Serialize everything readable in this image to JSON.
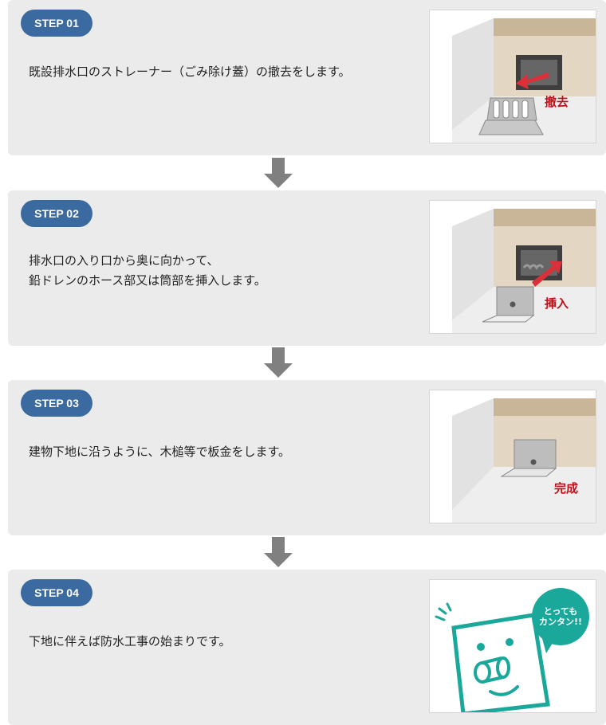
{
  "steps": [
    {
      "badge": "STEP 01",
      "lines": [
        "既設排水口のストレーナー（ごみ除け蓋）の撤去をします。"
      ],
      "illus_label": "撤去"
    },
    {
      "badge": "STEP 02",
      "lines": [
        "排水口の入り口から奥に向かって、",
        "鉛ドレンのホース部又は筒部を挿入します。"
      ],
      "illus_label": "挿入"
    },
    {
      "badge": "STEP 03",
      "lines": [
        "建物下地に沿うように、木槌等で板金をします。"
      ],
      "illus_label": "完成"
    },
    {
      "badge": "STEP 04",
      "lines": [
        "下地に伴えば防水工事の始まりです。"
      ],
      "bubble_lines": [
        "とっても",
        "カンタン!!"
      ]
    }
  ],
  "colors": {
    "badge": "#3b6aa0",
    "panel": "#ebebeb",
    "arrow": "#808080",
    "label": "#c0101a",
    "mascot": "#1aa89a"
  },
  "icons": [
    "down-arrow-icon",
    "smiley-drain-mascot-icon"
  ]
}
